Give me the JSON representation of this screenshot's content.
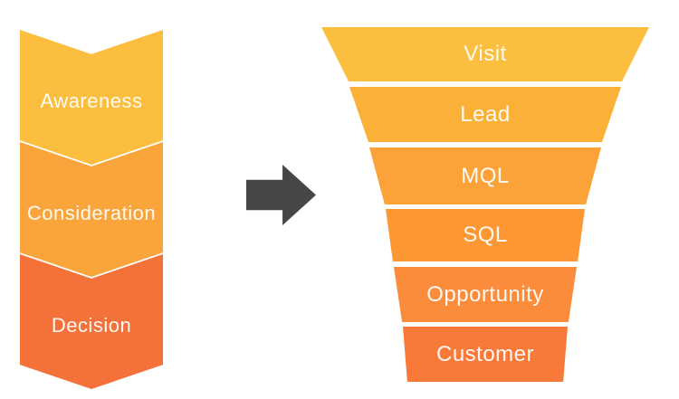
{
  "journey_stages": {
    "items": [
      {
        "label": "Awareness",
        "color": "#FBBE3F"
      },
      {
        "label": "Consideration",
        "color": "#FAA43C"
      },
      {
        "label": "Decision",
        "color": "#F4713A"
      }
    ]
  },
  "arrow": {
    "color": "#474545"
  },
  "funnel": {
    "stages": [
      {
        "label": "Visit",
        "color": "#FBBE3F"
      },
      {
        "label": "Lead",
        "color": "#FBB138"
      },
      {
        "label": "MQL",
        "color": "#FBA238"
      },
      {
        "label": "SQL",
        "color": "#FC9733"
      },
      {
        "label": "Opportunity",
        "color": "#FA8C3C"
      },
      {
        "label": "Customer",
        "color": "#F97A38"
      }
    ]
  },
  "label_color": "#FFFFFF"
}
